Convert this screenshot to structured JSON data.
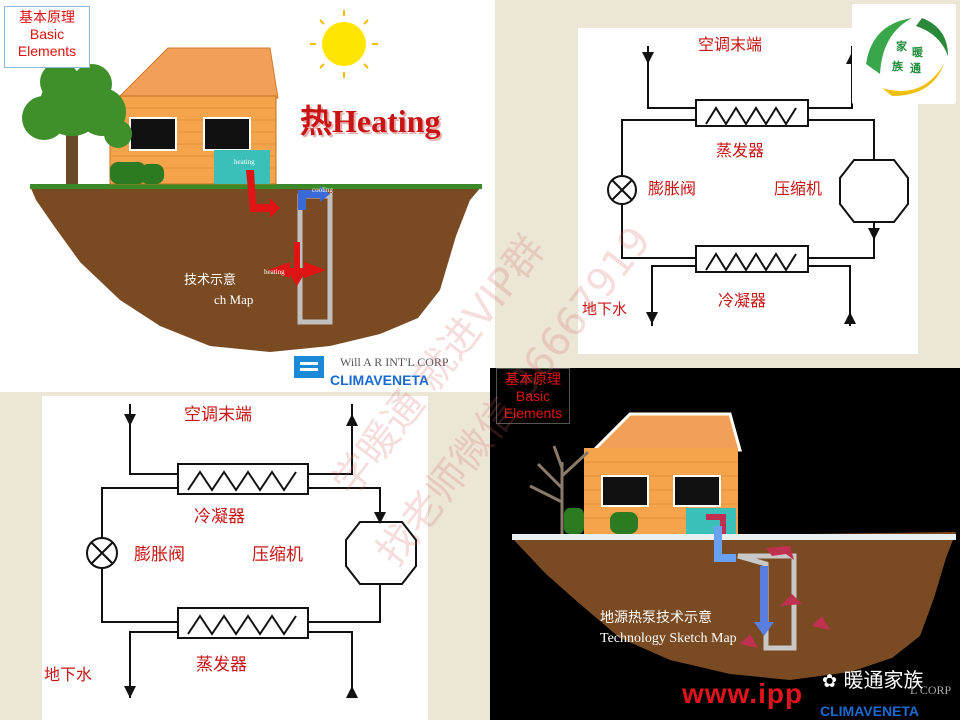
{
  "top_left": {
    "label_box": [
      "基本原理",
      "Basic",
      "Elements"
    ],
    "title": "热Heating",
    "sketch_line1": "技术示意",
    "sketch_line2": "ch Map",
    "pipe_labels": [
      "heating",
      "cooling",
      "heating"
    ],
    "corp_text": "Will A R INT'L CORP",
    "logo_text": "CLIMAVENETA"
  },
  "top_right_schematic": {
    "terminal": "空调末端",
    "top_hx": "蒸发器",
    "valve": "膨胀阀",
    "compressor": "压缩机",
    "bottom_hx": "冷凝器",
    "groundwater": "地下水"
  },
  "bottom_left_schematic": {
    "terminal": "空调末端",
    "top_hx": "冷凝器",
    "valve": "膨胀阀",
    "compressor": "压缩机",
    "bottom_hx": "蒸发器",
    "groundwater": "地下水"
  },
  "bottom_right": {
    "label_box": [
      "基本原理",
      "Basic",
      "Elements"
    ],
    "sketch_zh": "地源热泵技术示意",
    "sketch_en": "Technology Sketch Map",
    "corp_text": "L CORP",
    "logo_text": "CLIMAVENETA"
  },
  "watermark": {
    "line1": "学暖通 就进VIP群",
    "line2": "找老师微信 36667919"
  },
  "brand": {
    "logo_chars": [
      "家",
      "暖",
      "族",
      "通"
    ],
    "wechat_name": "暖通家族",
    "site": "www.ipp"
  },
  "colors": {
    "accent_red": "#c81414",
    "pipe_blue": "#5a8ad8",
    "soil": "#7a4a22",
    "logo_green": "#1f8c3a"
  }
}
